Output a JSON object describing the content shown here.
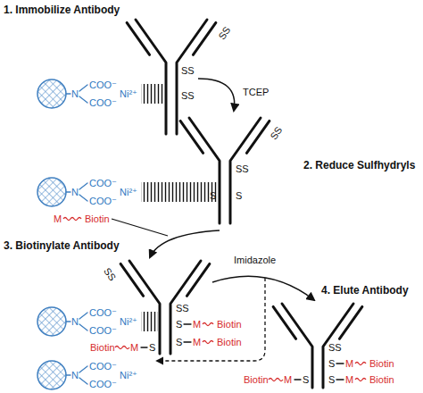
{
  "diagram": {
    "labels": [
      "1. Immobilize Antibody",
      "SS",
      "N",
      "COO⁻",
      "COO⁻",
      "Ni²⁺",
      "SS",
      "SS",
      "TCEP",
      "2. Reduce Sulfhydryls",
      "SS",
      "N",
      "COO⁻",
      "COO⁻",
      "Ni²⁺",
      "SS",
      "S",
      "S",
      "M",
      "Biotin",
      "3. Biotinylate Antibody",
      "SS",
      "N",
      "COO⁻",
      "COO⁻",
      "Ni²⁺",
      "SS",
      "S",
      "M",
      "Biotin",
      "S",
      "M",
      "Biotin",
      "Biotin",
      "M",
      "S",
      "Imidazole",
      "4. Elute Antibody",
      "SS",
      "S",
      "M",
      "Biotin",
      "S",
      "M",
      "Biotin",
      "Biotin",
      "M",
      "S",
      "N",
      "COO⁻",
      "COO⁻",
      "Ni²⁺"
    ]
  }
}
